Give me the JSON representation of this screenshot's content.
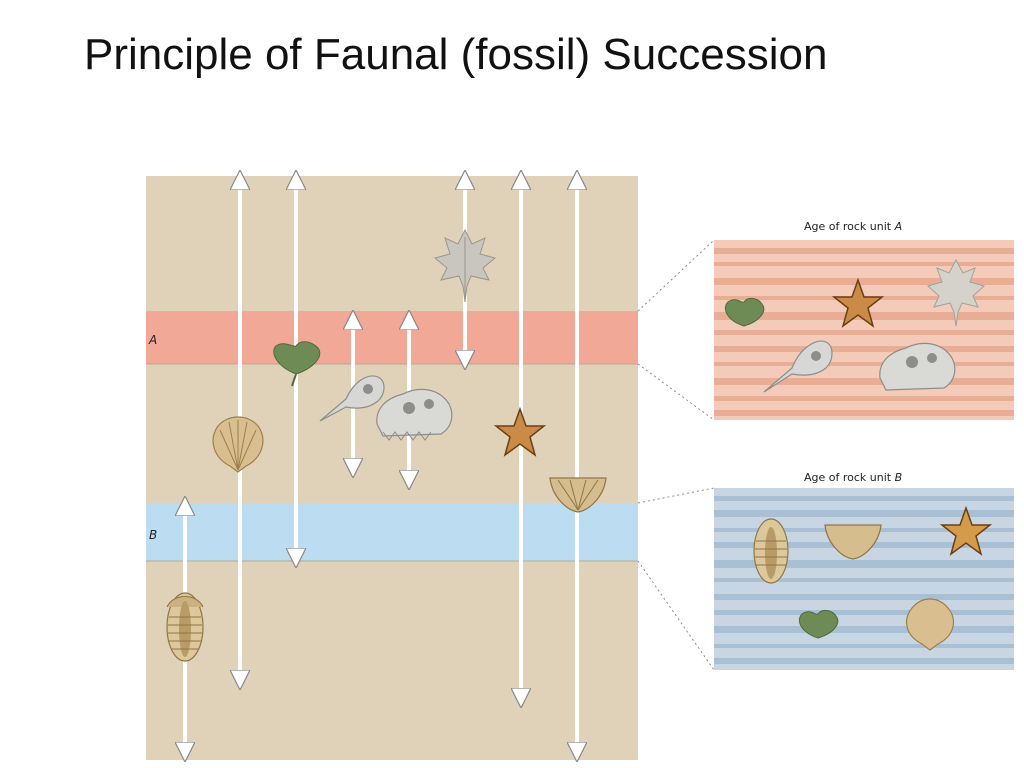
{
  "slide": {
    "title": "Principle of Faunal (fossil) Succession"
  },
  "diagram": {
    "layer_a_label": "A",
    "layer_b_label": "B",
    "panel_a_caption_prefix": "Age of rock unit ",
    "panel_a_caption_letter": "A",
    "panel_b_caption_prefix": "Age of rock unit ",
    "panel_b_caption_letter": "B",
    "colors": {
      "background_strata": "#dfd2b8",
      "layer_a": "#f2a896",
      "layer_b": "#bcdcf2",
      "panel_a_light": "#f3cbb8",
      "panel_a_dark": "#e9ad96",
      "panel_b_light": "#c8d6e4",
      "panel_b_dark": "#a9bfd4",
      "range_arrow": "#ffffff"
    },
    "fossils": [
      "maple-leaf",
      "ginkgo-leaf",
      "bird-skull",
      "dinosaur-skull",
      "scallop-shell",
      "starfish",
      "brachiopod",
      "trilobite"
    ]
  }
}
